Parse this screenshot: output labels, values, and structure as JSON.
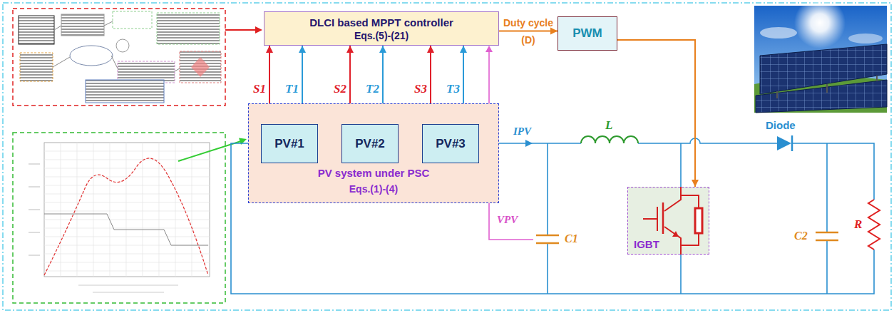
{
  "diagram": {
    "nodes": [
      {
        "text": [
          "DLCI based MPPT controller",
          "Eqs.(5)-(21)"
        ]
      },
      {
        "text": [
          "PWM"
        ]
      },
      {
        "text": [
          "PV system under PSC",
          "Eqs.(1)-(4)"
        ]
      },
      {
        "text": [
          "PV#1"
        ],
        "in": 2
      },
      {
        "text": [
          "PV#2"
        ],
        "in": 2
      },
      {
        "text": [
          "PV#3"
        ],
        "in": 2
      },
      {
        "text": [
          "IGBT"
        ]
      }
    ],
    "edges": [
      {
        "from": 0,
        "to": 1,
        "arrow": "to",
        "label": "Duty cycle"
      },
      {
        "from": 0,
        "to": 3,
        "arrow": "both",
        "label": "S1"
      },
      {
        "from": 0,
        "to": 3,
        "arrow": "both",
        "label": "T1"
      },
      {
        "from": 0,
        "to": 4,
        "arrow": "both",
        "label": "S2"
      },
      {
        "from": 0,
        "to": 4,
        "arrow": "both",
        "label": "T2"
      },
      {
        "from": 0,
        "to": 5,
        "arrow": "both",
        "label": "S3"
      },
      {
        "from": 0,
        "to": 5,
        "arrow": "both",
        "label": "T3"
      },
      {
        "from": 3,
        "to": 4,
        "arrow": "none"
      },
      {
        "from": 4,
        "to": 5,
        "arrow": "none"
      },
      {
        "from": 1,
        "to": 6,
        "arrow": "to"
      }
    ],
    "labels": [
      "(D)",
      "IPV",
      "L",
      "Diode",
      "VPV",
      "C1",
      "C2",
      "R"
    ]
  }
}
